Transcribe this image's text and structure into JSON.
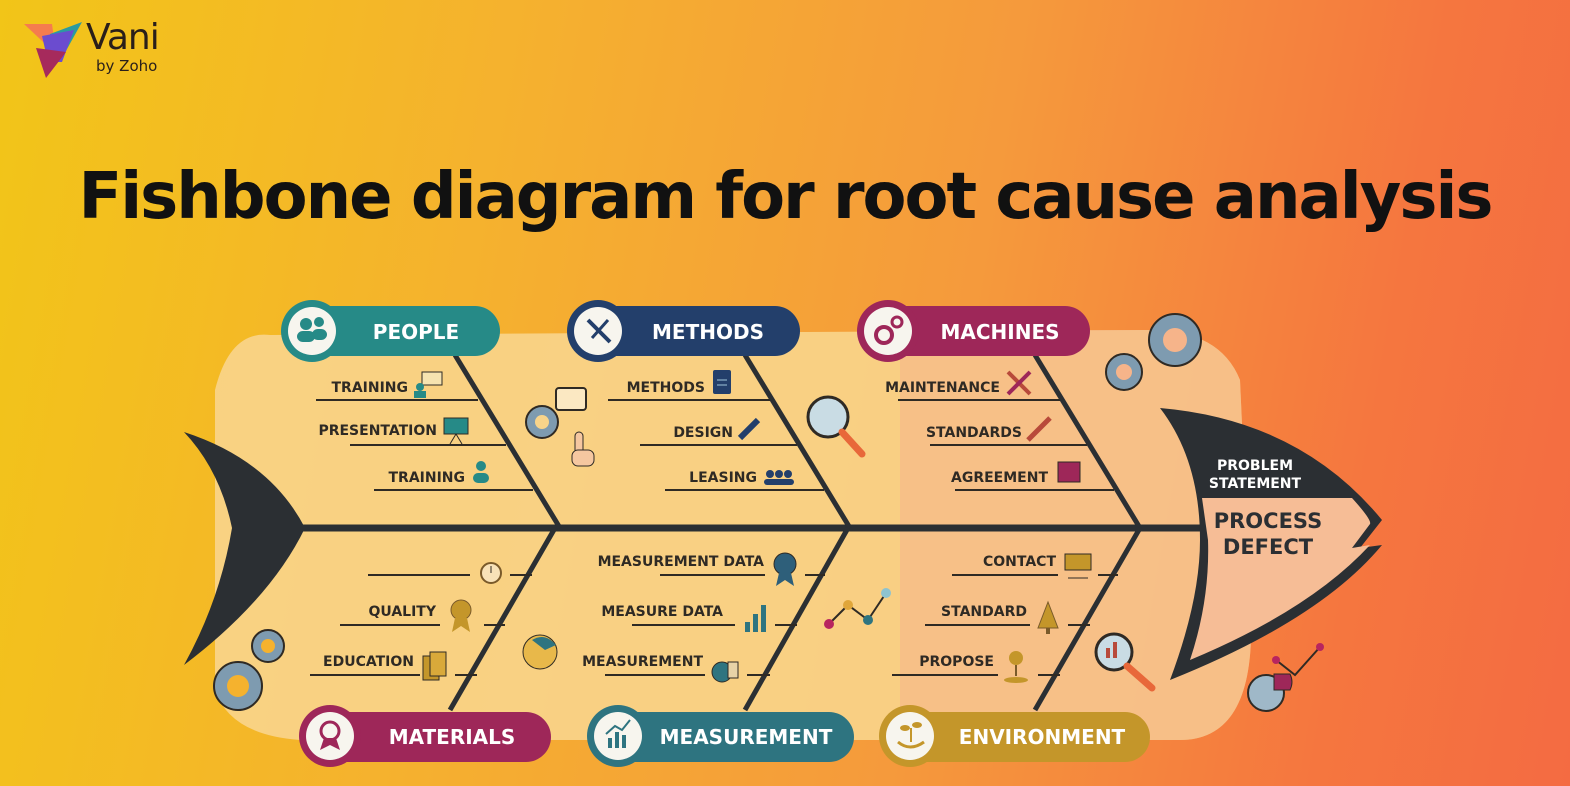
{
  "brand": {
    "name": "Vani",
    "sub": "by Zoho"
  },
  "title": "Fishbone diagram for root cause analysis",
  "head": {
    "top_label_line1": "PROBLEM",
    "top_label_line2": "STATEMENT",
    "problem_line1": "PROCESS",
    "problem_line2": "DEFECT"
  },
  "categories": {
    "people": {
      "label": "PEOPLE",
      "icon": "people-icon",
      "color": "#268a87",
      "causes": [
        {
          "text": "TRAINING",
          "icon": "trainer-board-icon"
        },
        {
          "text": "PRESENTATION",
          "icon": "presentation-board-icon"
        },
        {
          "text": "TRAINING",
          "icon": "users-icon"
        }
      ]
    },
    "methods": {
      "label": "METHODS",
      "icon": "tools-icon",
      "color": "#233f6b",
      "causes": [
        {
          "text": "METHODS",
          "icon": "document-icon"
        },
        {
          "text": "DESIGN",
          "icon": "pen-icon"
        },
        {
          "text": "LEASING",
          "icon": "group-icon"
        }
      ]
    },
    "machines": {
      "label": "MACHINES",
      "icon": "gears-icon",
      "color": "#9e2759",
      "causes": [
        {
          "text": "MAINTENANCE",
          "icon": "wrench-screwdriver-icon"
        },
        {
          "text": "STANDARDS",
          "icon": "wrench-icon"
        },
        {
          "text": "AGREEMENT",
          "icon": "machine-icon"
        }
      ]
    },
    "materials": {
      "label": "MATERIALS",
      "icon": "award-icon",
      "color": "#9e2759",
      "causes": [
        {
          "text": "",
          "icon": "stopwatch-icon"
        },
        {
          "text": "QUALITY",
          "icon": "badge-icon"
        },
        {
          "text": "EDUCATION",
          "icon": "books-icon"
        }
      ]
    },
    "measurement": {
      "label": "MEASUREMENT",
      "icon": "chart-icon",
      "color": "#2e7480",
      "causes": [
        {
          "text": "MEASUREMENT DATA",
          "icon": "ribbon-icon"
        },
        {
          "text": "MEASURE DATA",
          "icon": "bar-chart-icon"
        },
        {
          "text": "MEASUREMENT",
          "icon": "tape-measure-icon"
        }
      ]
    },
    "environment": {
      "label": "ENVIRONMENT",
      "icon": "plant-hand-icon",
      "color": "#c4962a",
      "causes": [
        {
          "text": "CONTACT",
          "icon": "monitor-icon"
        },
        {
          "text": "STANDARD",
          "icon": "tree-icon"
        },
        {
          "text": "PROPOSE",
          "icon": "sapling-icon"
        }
      ]
    }
  },
  "colors": {
    "bone": "#2b2f33",
    "body": "#f8d48a",
    "cause_text": "#2f2a24"
  }
}
